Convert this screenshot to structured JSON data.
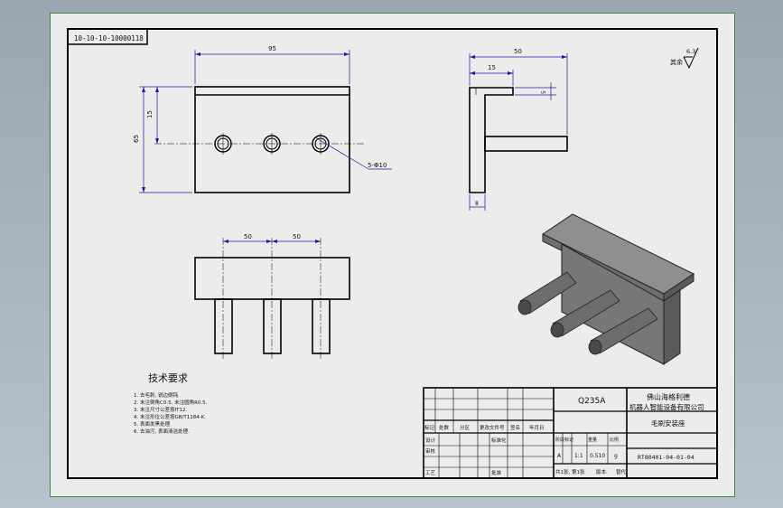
{
  "drawing_code": "10-10-10-10000118",
  "dimensions": {
    "front_width": "95",
    "front_height": "65",
    "front_top": "15",
    "hole_callout": "5-Φ10",
    "side_width": "50",
    "side_offset": "15",
    "side_small": "5",
    "side_base": "8",
    "bottom_spacing_1": "50",
    "bottom_spacing_2": "50"
  },
  "roughness": {
    "value": "6.3",
    "prefix": "其余"
  },
  "tech_requirements": {
    "title": "技术要求",
    "items": [
      "1. 去毛刺, 锐边倒钝.",
      "2. 未注倒角C0.5, 未注圆角R0.5.",
      "3. 未注尺寸公差按IT12.",
      "4. 未注形位公差按GB/T1184-K.",
      "5. 表面发黑处理.",
      "6. 去油污, 表面清洁处理."
    ]
  },
  "title_block": {
    "material": "Q235A",
    "company_line1": "佛山海格利德",
    "company_line2": "机器人智能设备有限公司",
    "part_name": "毛刷安装座",
    "drawing_number": "RT80401-04-01-04",
    "header_labels": [
      "标记",
      "处数",
      "分区",
      "更改文件号",
      "签名",
      "年月日"
    ],
    "design_label": "设计",
    "standardize_label": "标准化",
    "review_label": "审核",
    "process_label": "工艺",
    "approve_label": "批准",
    "stage_label": "阶段标记",
    "weight_label": "重量",
    "scale_label": "比例",
    "stage_value": "A",
    "scale_value": "1:1",
    "weight_value": "0.510",
    "weight_unit": "g",
    "sheet_info": "共1张, 第1张",
    "version_label": "版本:",
    "replace_label": "替代:"
  }
}
